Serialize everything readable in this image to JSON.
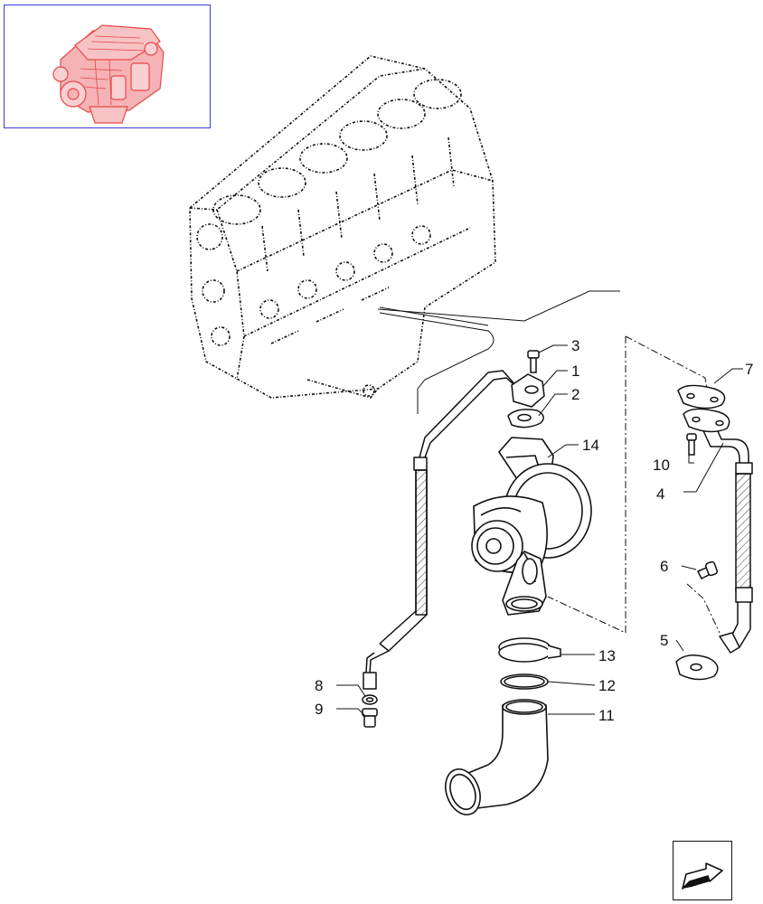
{
  "diagram": {
    "callouts": [
      {
        "id": "1",
        "label": "1"
      },
      {
        "id": "2",
        "label": "2"
      },
      {
        "id": "3",
        "label": "3"
      },
      {
        "id": "4",
        "label": "4"
      },
      {
        "id": "5",
        "label": "5"
      },
      {
        "id": "6",
        "label": "6"
      },
      {
        "id": "7",
        "label": "7"
      },
      {
        "id": "8",
        "label": "8"
      },
      {
        "id": "9",
        "label": "9"
      },
      {
        "id": "10",
        "label": "10"
      },
      {
        "id": "11",
        "label": "11"
      },
      {
        "id": "12",
        "label": "12"
      },
      {
        "id": "13",
        "label": "13"
      },
      {
        "id": "14",
        "label": "14"
      }
    ]
  },
  "colors": {
    "thumbnail_frame": "#3b3bd6",
    "thumbnail_engine": "#e8464a",
    "line_art": "#111111"
  },
  "icons": {
    "thumbnail": "engine-thumbnail-icon",
    "navigation": "next-page-arrow-icon"
  }
}
